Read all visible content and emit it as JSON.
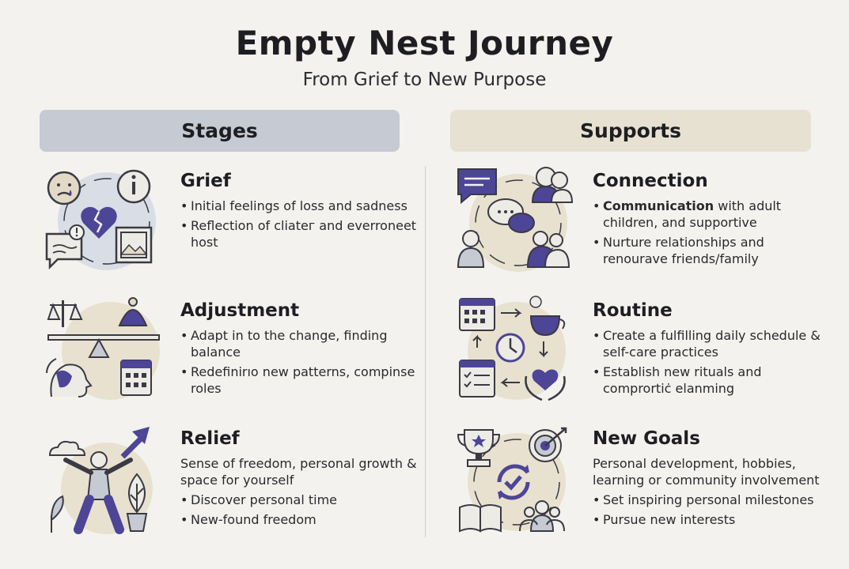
{
  "header": {
    "title": "Empty Nest Journey",
    "subtitle": "From Grief to New Purpose"
  },
  "columns": {
    "stages_label": "Stages",
    "supports_label": "Supports"
  },
  "stages": [
    {
      "title": "Grief",
      "intro": "",
      "bullets": [
        "Initial feelings of loss and sadness",
        "Reflection of cliateг and everroneet host"
      ]
    },
    {
      "title": "Adjustment",
      "intro": "",
      "bullets": [
        "Adapt in to the change, finding balance",
        "Redefinirıo new patterns, compinse roles"
      ]
    },
    {
      "title": "Relief",
      "intro": "Sense of freedom, personal growth & space for yourself",
      "bullets": [
        "Discover  personal time",
        "New-found freedom"
      ]
    }
  ],
  "supports": [
    {
      "title": "Connection",
      "bold_lead": "Communication",
      "bullet1_rest": " with adult children, and supportive",
      "bullet2": "Nurture relationships and renourave friends/family"
    },
    {
      "title": "Routine",
      "intro": "",
      "bullets": [
        "Create a fulfilling daily schedule & self-care practices",
        "Establish new rituals and comprortiċ еlanming"
      ]
    },
    {
      "title": "New Goals",
      "intro": "Personal development, hobbies, learning or community involvement",
      "bullets": [
        "Set inspiring personal milestones",
        "Pursue new interests"
      ]
    }
  ],
  "colors": {
    "accent_purple": "#4d4596",
    "stroke_dark": "#3a3a42",
    "circle_blue": "#d9dde5",
    "circle_beige": "#e8e1d0",
    "stages_header": "#c5cad3",
    "supports_header": "#e7e1d1"
  },
  "icons": {
    "grief": [
      "sad-face-icon",
      "info-icon",
      "broken-heart-icon",
      "alert-speech-icon",
      "picture-frame-icon"
    ],
    "adjustment": [
      "balance-scale-icon",
      "head-profile-icon",
      "calendar-icon"
    ],
    "relief": [
      "cloud-icon",
      "arrow-up-icon",
      "person-celebrating-icon",
      "plant-icon",
      "tree-pot-icon"
    ],
    "connection": [
      "chat-bubble-icon",
      "person-icon",
      "speech-bubbles-icon",
      "group-icon"
    ],
    "routine": [
      "calendar-icon",
      "clock-icon",
      "coffee-cup-icon",
      "checklist-icon",
      "heart-hands-icon"
    ],
    "new_goals": [
      "trophy-icon",
      "target-icon",
      "refresh-check-icon",
      "book-icon",
      "group-icon"
    ]
  }
}
